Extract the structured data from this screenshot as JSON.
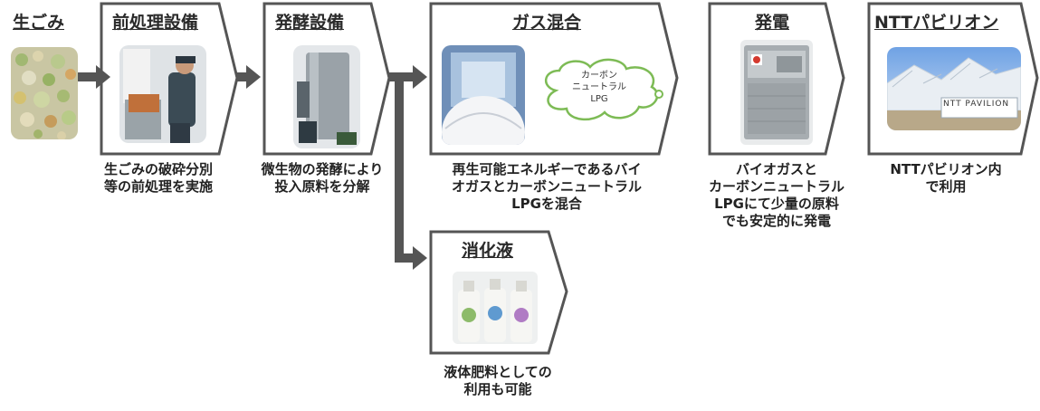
{
  "stages": {
    "raw_garbage": {
      "title": "生ごみ"
    },
    "pretreatment": {
      "title": "前処理設備",
      "caption_lines": [
        "生ごみの破砕分別",
        "等の前処理を実施"
      ]
    },
    "fermentation": {
      "title": "発酵設備",
      "caption_lines": [
        "微生物の発酵により",
        "投入原料を分解"
      ]
    },
    "gas_mixing": {
      "title": "ガス混合",
      "bubble_lines": [
        "カーボン",
        "ニュートラル",
        "LPG"
      ],
      "caption_lines": [
        "再生可能エネルギーであるバイ",
        "オガスとカーボンニュートラル",
        "LPGを混合"
      ]
    },
    "power": {
      "title": "発電",
      "caption_lines": [
        "バイオガスと",
        "カーボンニュートラル",
        "LPGにて少量の原料",
        "でも安定的に発電"
      ]
    },
    "pavilion": {
      "title": "NTTパビリオン",
      "sign_text": "NTT PAVILION",
      "caption_lines": [
        "NTTパビリオン内",
        "で利用"
      ]
    },
    "digestate": {
      "title": "消化液",
      "caption_lines": [
        "液体肥料としての",
        "利用も可能"
      ]
    }
  },
  "colors": {
    "frame": "#555555",
    "arrow": "#555555",
    "text": "#222222"
  }
}
